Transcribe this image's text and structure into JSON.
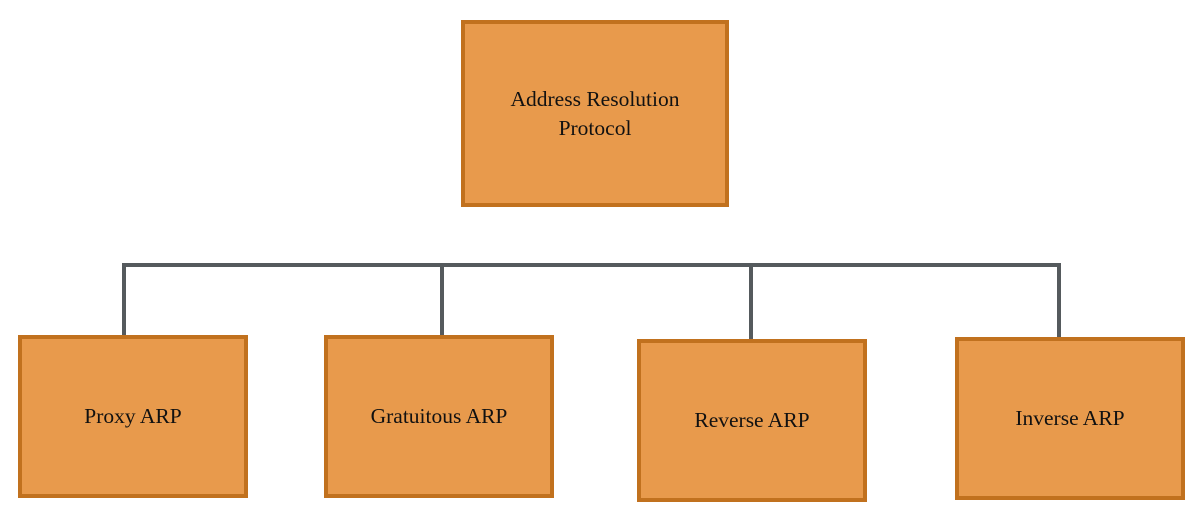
{
  "diagram": {
    "title": "Address Resolution Protocol",
    "type": "hierarchy-tree",
    "orientation": "top-down",
    "colors": {
      "node_fill": "#e89a4c",
      "node_border": "#c1711e",
      "connector": "#555a5d",
      "text": "#111111",
      "background": "#ffffff"
    },
    "root": {
      "id": "address-resolution-protocol",
      "label": "Address Resolution\nProtocol"
    },
    "children": [
      {
        "id": "proxy-arp",
        "label": "Proxy ARP"
      },
      {
        "id": "gratuitous-arp",
        "label": "Gratuitous ARP"
      },
      {
        "id": "reverse-arp",
        "label": "Reverse ARP"
      },
      {
        "id": "inverse-arp",
        "label": "Inverse ARP"
      }
    ]
  }
}
